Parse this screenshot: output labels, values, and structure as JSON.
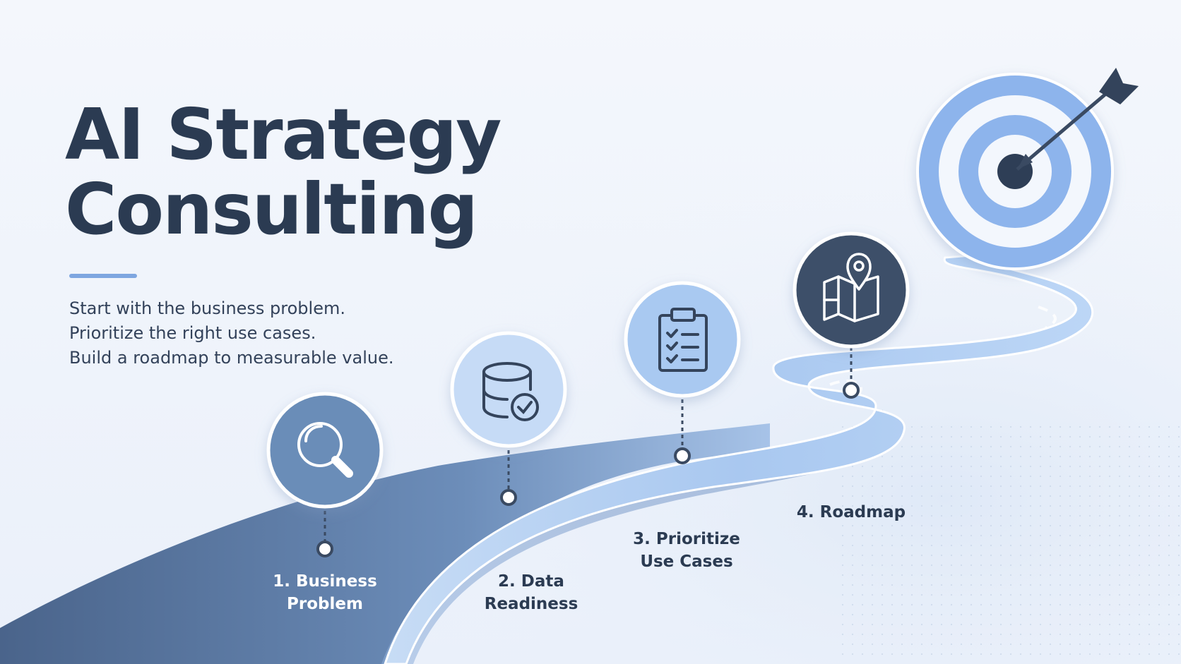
{
  "hero": {
    "title_lines": [
      "AI Strategy",
      "Consulting"
    ],
    "tagline": [
      "Start with the business problem.",
      "Prioritize the right use cases.",
      "Build a roadmap to measurable value."
    ]
  },
  "steps": [
    {
      "label_lines": [
        "1. Business",
        "Problem"
      ],
      "icon": "magnifier-icon"
    },
    {
      "label_lines": [
        "2. Data",
        "Readiness"
      ],
      "icon": "database-check-icon"
    },
    {
      "label_lines": [
        "3. Prioritize",
        "Use Cases"
      ],
      "icon": "clipboard-checklist-icon"
    },
    {
      "label_lines": [
        "4. Roadmap"
      ],
      "icon": "map-pin-icon"
    }
  ],
  "goal": {
    "icon": "target-arrow-icon"
  },
  "colors": {
    "title": "#2b3b52",
    "accent": "#7ea6e0",
    "step1": "#6a8db8",
    "step2": "#c6dbf6",
    "step3": "#a9c9f1",
    "step4": "#3e5069",
    "road_light": "#a9c8f0",
    "road_dark": "#4f6c93"
  }
}
